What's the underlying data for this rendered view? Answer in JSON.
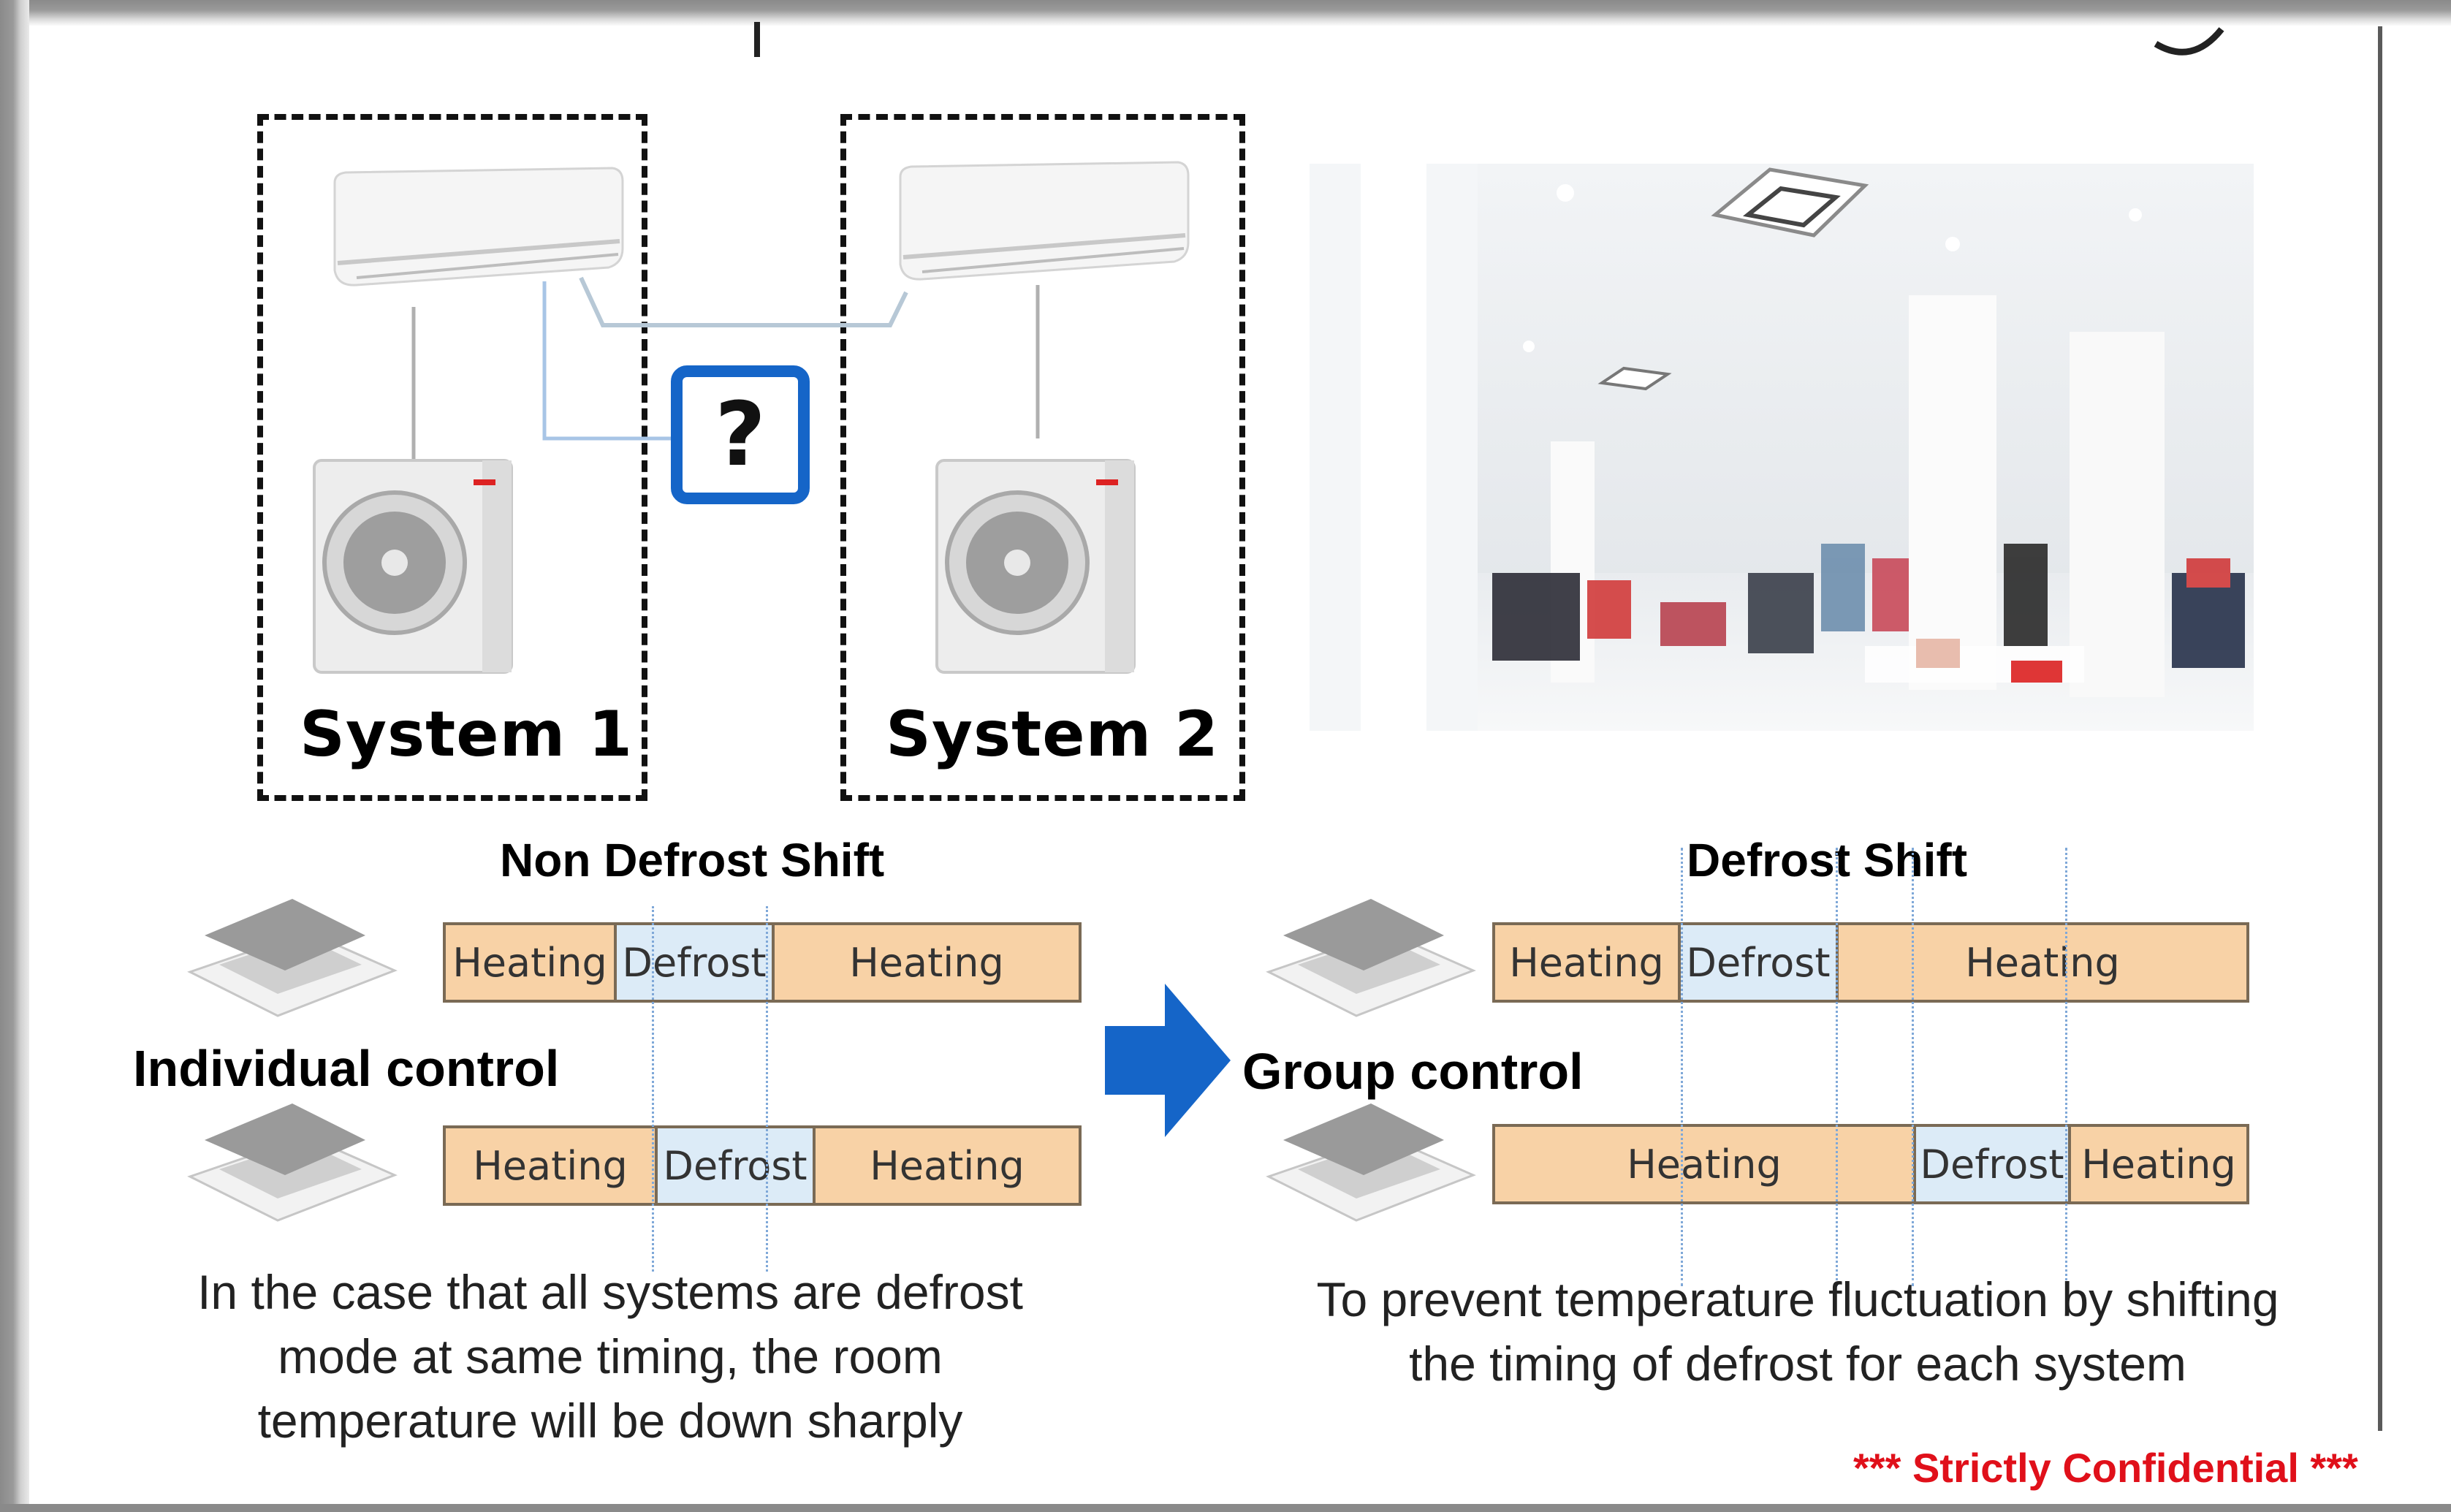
{
  "systems": {
    "system1_label": "System 1",
    "system2_label": "System 2",
    "question_mark": "?"
  },
  "non_defrost_shift": {
    "title": "Non Defrost Shift",
    "control_label": "Individual control",
    "row1": [
      "Heating",
      "Defrost",
      "Heating"
    ],
    "row2": [
      "Heating",
      "Defrost",
      "Heating"
    ],
    "caption": [
      "In the case that all systems are defrost",
      "mode at same timing, the room",
      "temperature will be down sharply"
    ]
  },
  "defrost_shift": {
    "title": "Defrost Shift",
    "control_label": "Group control",
    "row1": [
      "Heating",
      "Defrost",
      "Heating"
    ],
    "row2": [
      "Heating",
      "Defrost",
      "Heating"
    ],
    "caption": [
      "To prevent temperature fluctuation by shifting",
      "the timing of defrost for each system"
    ]
  },
  "footer": {
    "confidential": "*** Strictly Confidential ***"
  },
  "colors": {
    "heating": "#f8d2a6",
    "defrost": "#dcebf7",
    "arrow": "#1565c8",
    "confidential": "#e0101a"
  }
}
